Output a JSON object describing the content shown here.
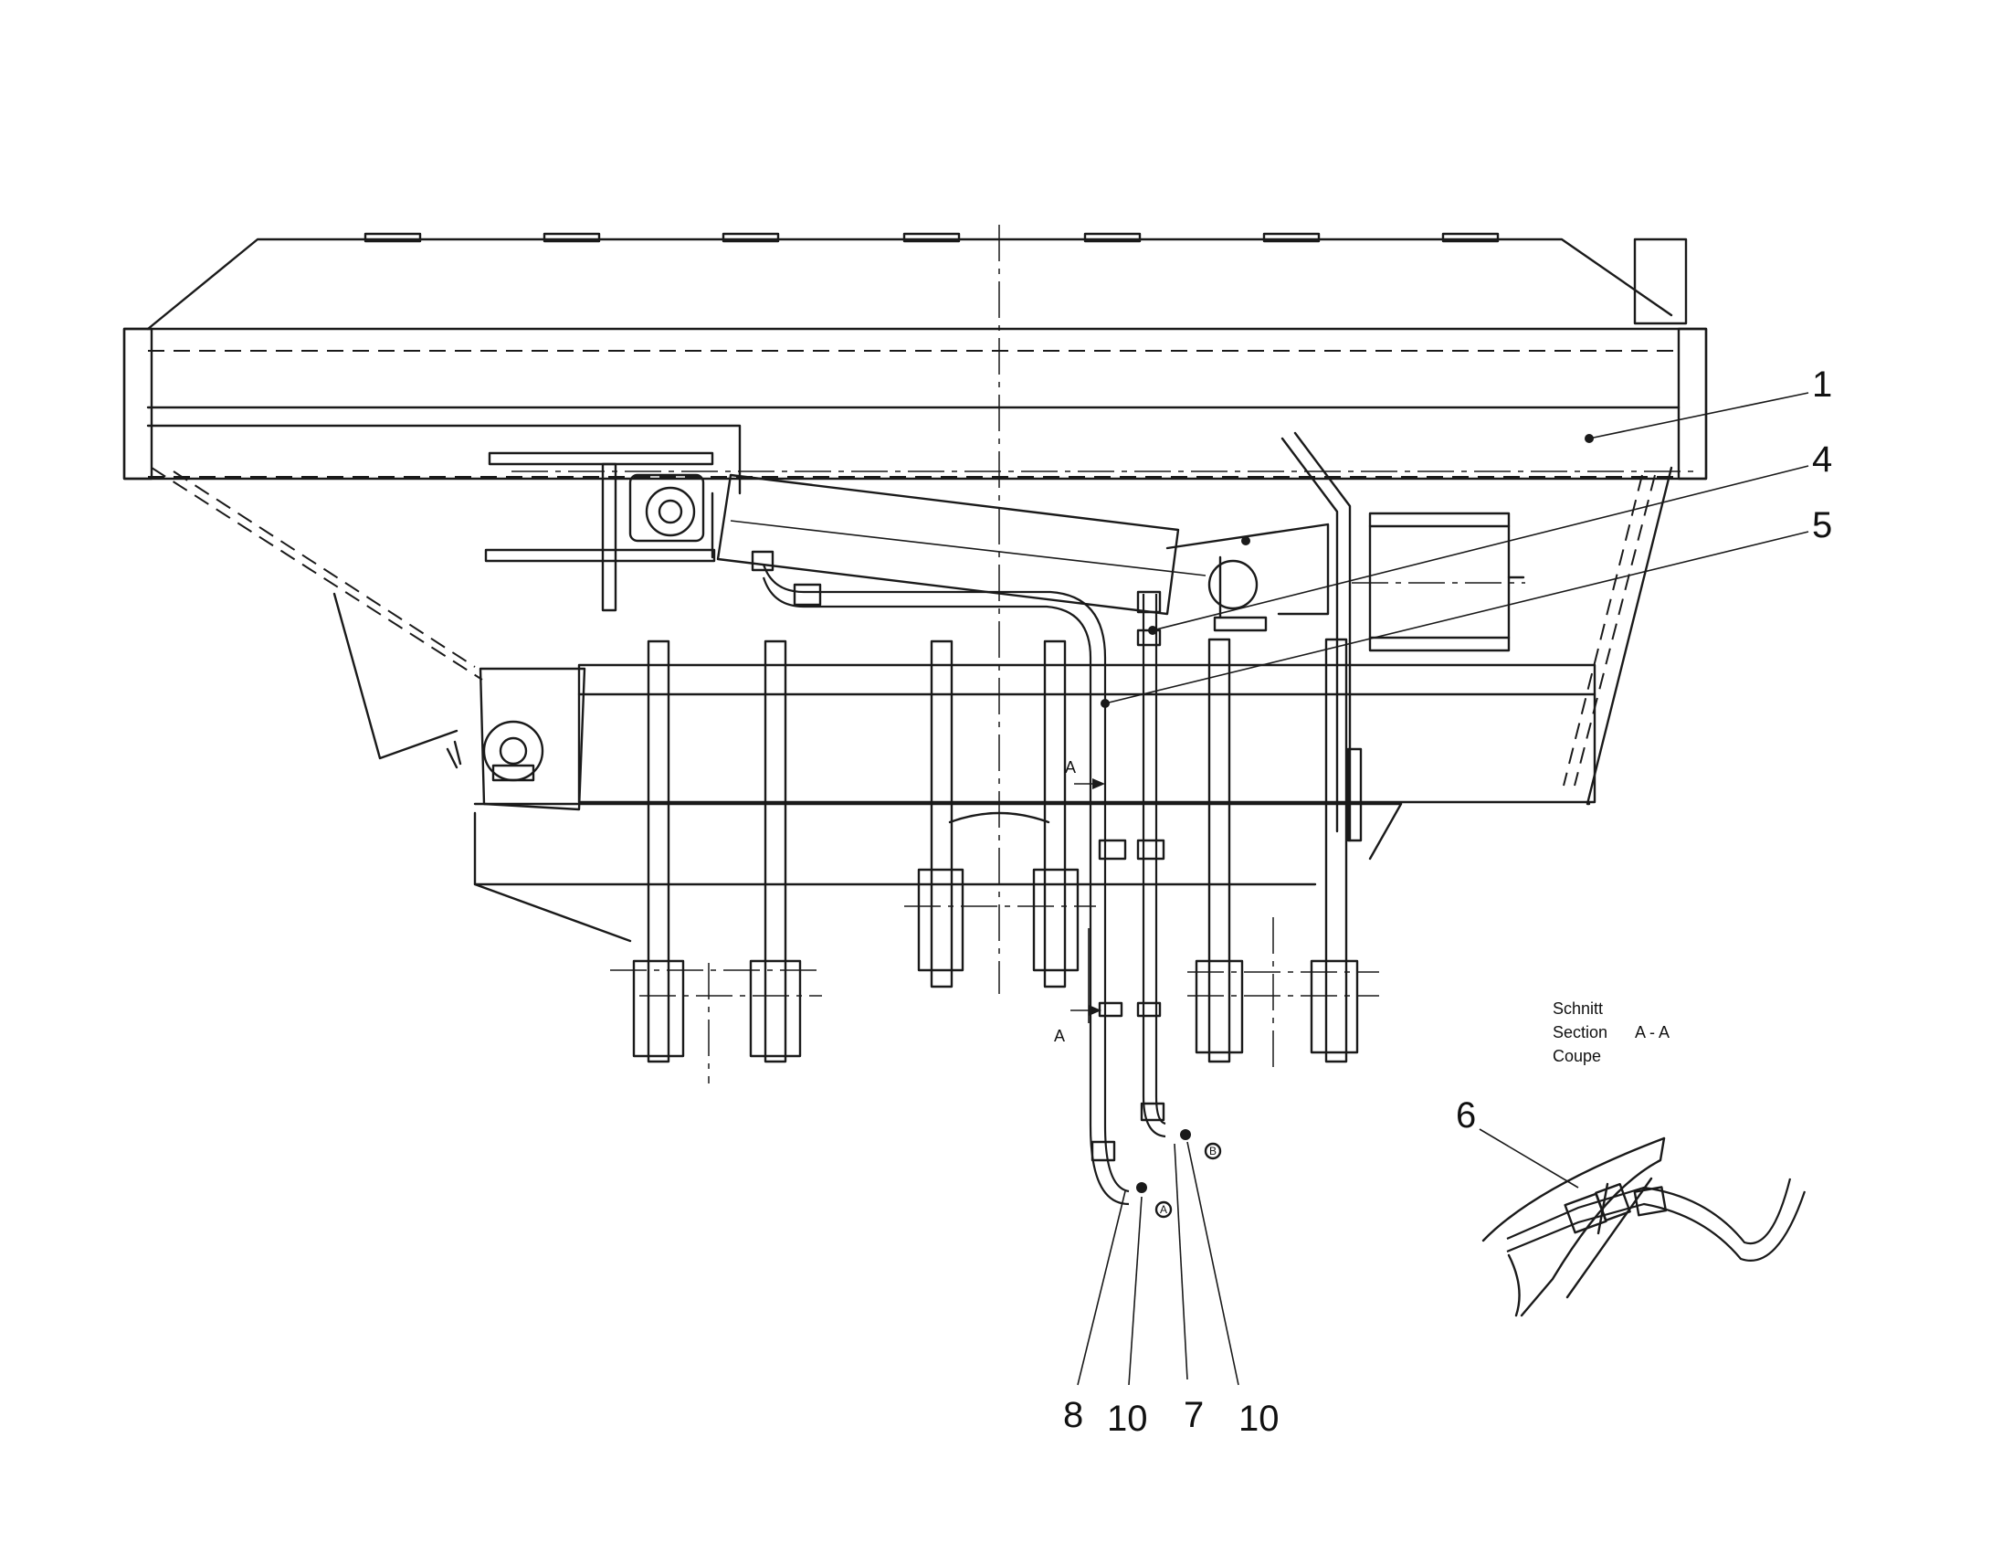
{
  "callouts": {
    "c1": "1",
    "c4": "4",
    "c5": "5",
    "c6": "6",
    "c8": "8",
    "c10a": "10",
    "c7": "7",
    "c10b": "10"
  },
  "section_marks": {
    "a_top": "A",
    "a_bottom": "A"
  },
  "port_marks": {
    "port_b": "B",
    "port_a": "A"
  },
  "section_legend": {
    "line_de": "Schnitt",
    "line_en": "Section",
    "line_fr": "Coupe",
    "section_id": "A - A"
  }
}
